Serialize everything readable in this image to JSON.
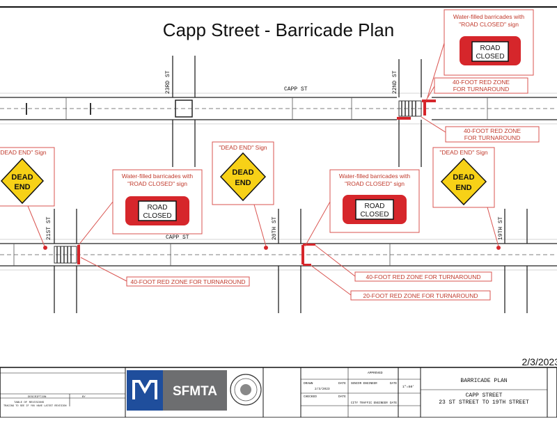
{
  "plan_title": "Capp Street - Barricade Plan",
  "date": "2/3/2023",
  "streets": {
    "capp": "CAPP ST",
    "st23": "23RD ST",
    "st22": "22ND ST",
    "st21": "21ST ST",
    "st20": "20TH ST",
    "st19": "19TH ST"
  },
  "callouts": {
    "barricade_top": {
      "line1": "Water-filled barricades with",
      "line2": "\"ROAD CLOSED\" sign"
    },
    "barricade_mid1": {
      "line1": "Water-filled barricades with",
      "line2": "\"ROAD CLOSED\" sign"
    },
    "barricade_mid2": {
      "line1": "Water-filled barricades with",
      "line2": "\"ROAD CLOSED\" sign"
    },
    "dead_end_left": "\"DEAD END\" Sign",
    "dead_end_mid": "\"DEAD END\" Sign",
    "dead_end_right": "\"DEAD END\" Sign",
    "red_zone_22_top": {
      "line1": "40-FOOT RED ZONE",
      "line2": "FOR TURNAROUND"
    },
    "red_zone_22_bottom": {
      "line1": "40-FOOT RED ZONE",
      "line2": "FOR TURNAROUND"
    },
    "red_zone_21": "40-FOOT RED ZONE FOR TURNAROUND",
    "red_zone_20_a": "40-FOOT RED ZONE FOR TURNAROUND",
    "red_zone_20_b": "20-FOOT RED ZONE FOR TURNAROUND"
  },
  "sign_text": {
    "road": "ROAD",
    "closed": "CLOSED",
    "dead": "DEAD",
    "end": "END"
  },
  "title_block": {
    "logo_text": "SFMTA",
    "sheet_title": "BARRICADE PLAN",
    "street_line1": "CAPP STREET",
    "street_line2": "23 ST STREET TO 19TH STREET",
    "scale": "1\"=50'",
    "approved": "APPROVED",
    "revisions_label": "TABLE OF REVISIONS",
    "revisions_note": "TRACING TO SEE IF YOU HAVE LATEST REVISION",
    "description": "DESCRIPTION",
    "by": "BY",
    "drawn": "DRAWN",
    "checked": "CHECKED",
    "senior_engineer": "SENIOR ENGINEER",
    "city_traffic_engineer": "CITY TRAFFIC ENGINEER",
    "date_label": "DATE",
    "drawn_date": "2/3/2023"
  },
  "colors": {
    "accent_red": "#d9534f",
    "sign_yellow": "#f7d117",
    "barricade_red": "#d6262b",
    "logo_blue": "#1f4e9c",
    "logo_gray": "#6d6e70"
  }
}
